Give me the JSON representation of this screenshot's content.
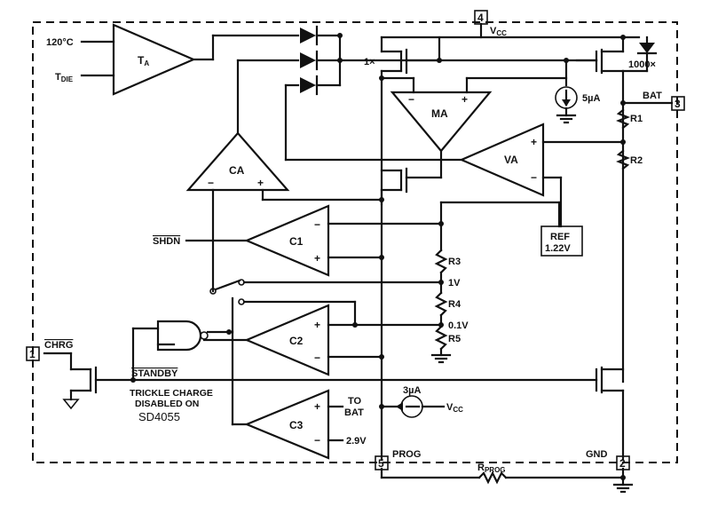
{
  "inputs": {
    "temp": "120°C",
    "tdie": "T",
    "tdie_sub": "DIE",
    "shdn": "SHDN",
    "standby": "STANDBY",
    "to_bat_1": "TO",
    "to_bat_2": "BAT",
    "v29": "2.9V",
    "vcc_right": "V",
    "vcc_right_sub": "CC"
  },
  "amplifiers": {
    "ta": "T",
    "ta_sub": "A",
    "ca": "CA",
    "ma": "MA",
    "va": "VA",
    "c1": "C1",
    "c2": "C2",
    "c3": "C3"
  },
  "components": {
    "ratio_1x": "1×",
    "ratio_1000x": "1000×",
    "i5ua": "5µA",
    "i3ua": "3µA",
    "ref_1": "REF",
    "ref_2": "1.22V",
    "r1": "R1",
    "r2": "R2",
    "r3": "R3",
    "r4": "R4",
    "r5": "R5",
    "v1": "1V",
    "v01": "0.1V",
    "rprog": "R",
    "rprog_sub": "PROG"
  },
  "pins": {
    "p4": "4",
    "vcc": "V",
    "vcc_sub": "CC",
    "p3": "3",
    "bat": "BAT",
    "p1": "1",
    "chrg": "CHRG",
    "p5": "5",
    "prog": "PROG",
    "p2": "2",
    "gnd": "GND"
  },
  "notes": {
    "trickle_1": "TRICKLE CHARGE",
    "trickle_2": "DISABLED ON",
    "part": "SD4055"
  },
  "signs": {
    "minus": "−",
    "plus": "+"
  }
}
